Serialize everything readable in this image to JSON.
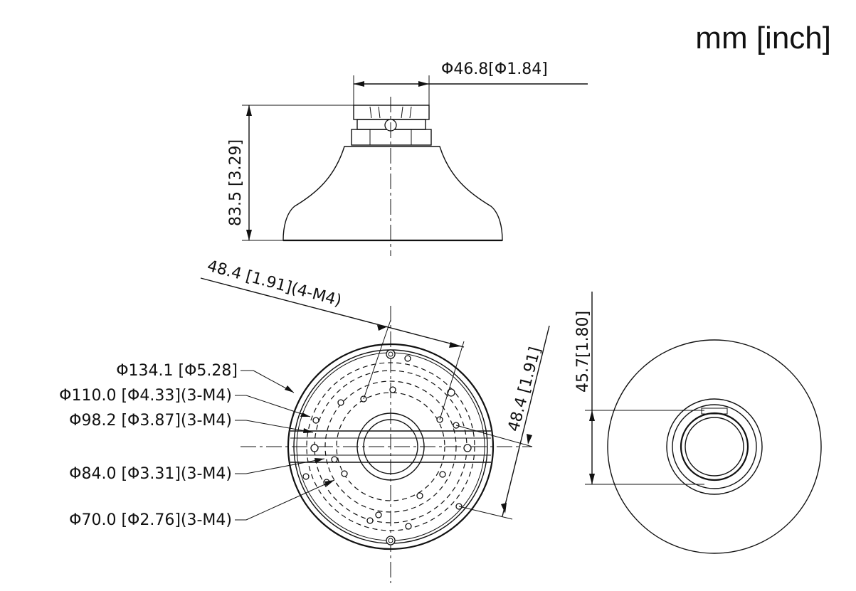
{
  "units_label": "mm [inch]",
  "side_view": {
    "top_diameter": "Φ46.8[Φ1.84]",
    "height": "83.5 [3.29]"
  },
  "bottom_view": {
    "hole_spacing_horizontal": "48.4 [1.91](4-M4)",
    "hole_spacing_vertical": "48.4 [1.91]",
    "diameters": [
      "Φ134.1 [Φ5.28]",
      "Φ110.0 [Φ4.33](3-M4)",
      "Φ98.2 [Φ3.87](3-M4)",
      "Φ84.0 [Φ3.31](3-M4)",
      "Φ70.0 [Φ2.76](3-M4)"
    ]
  },
  "right_view": {
    "height": "45.7[1.80]"
  }
}
